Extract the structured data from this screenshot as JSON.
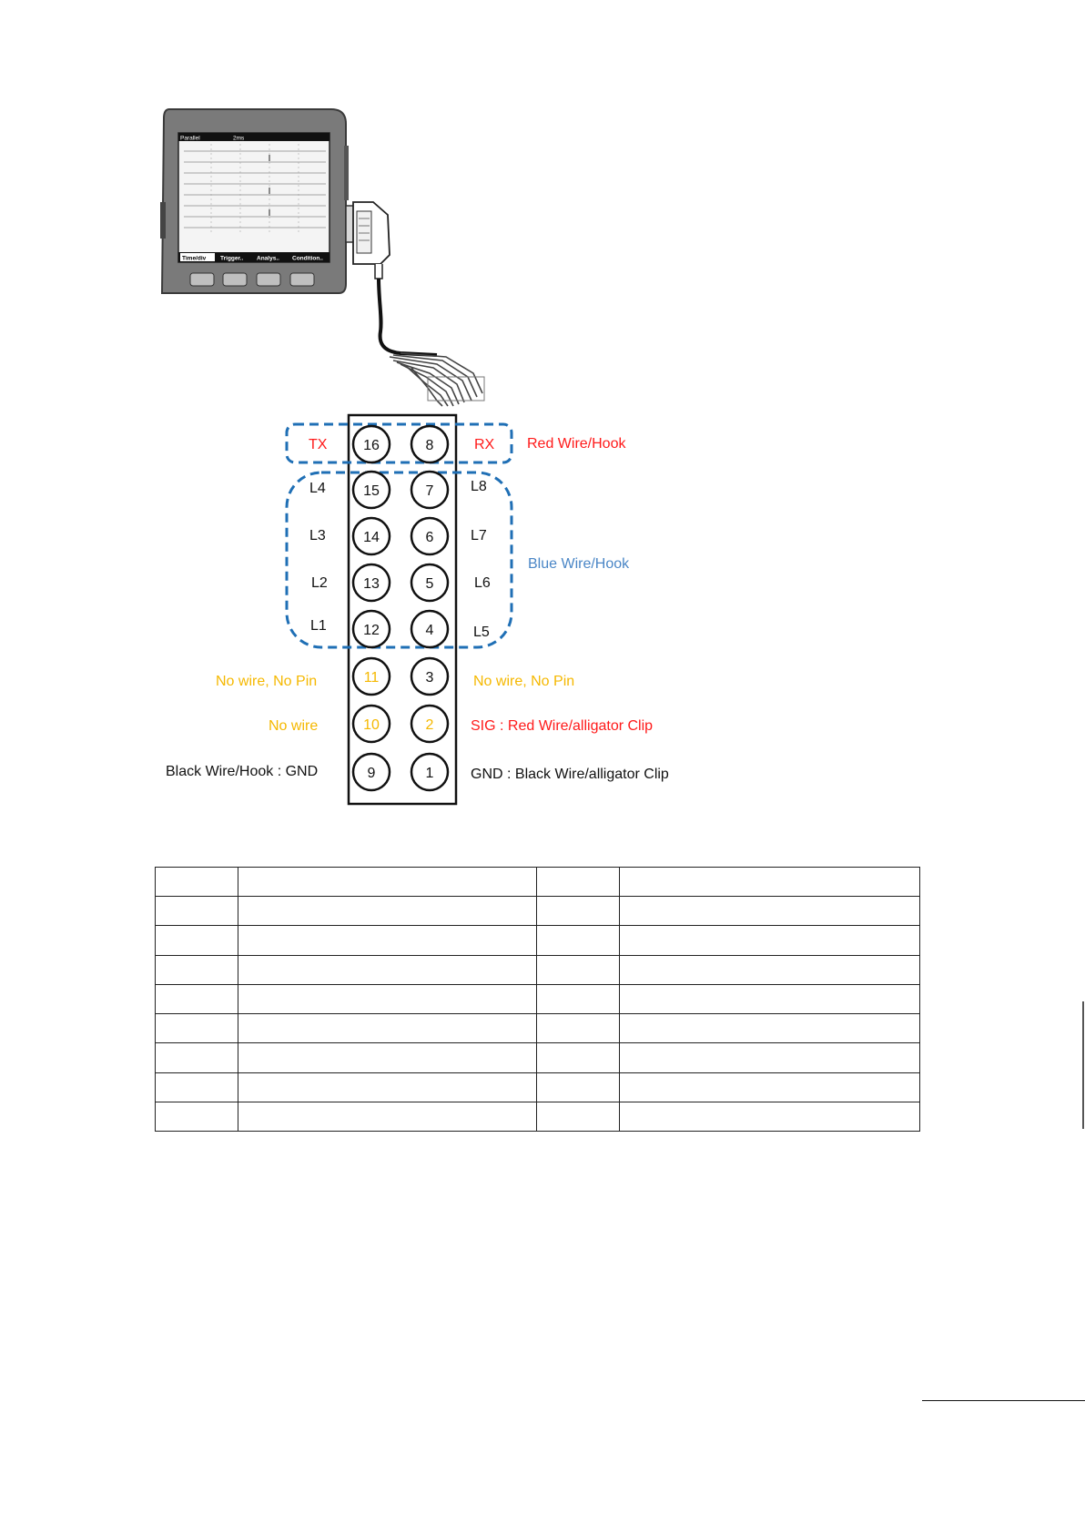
{
  "colors": {
    "signal_red": "#ff1a1a",
    "blue_label": "#4a86c6",
    "dash_blue": "#1f6fb5",
    "unused_amber": "#f5b800",
    "black": "#111111"
  },
  "device": {
    "icon": "logic-analyzer-device-icon",
    "screen_header": [
      "Parallel",
      "2ms"
    ],
    "softkeys": [
      "Time/div",
      "Trigger..",
      "Analys..",
      "Condition.."
    ]
  },
  "connector": {
    "pins": [
      {
        "number": "16",
        "color": "black"
      },
      {
        "number": "8",
        "color": "black"
      },
      {
        "number": "15",
        "color": "black"
      },
      {
        "number": "7",
        "color": "black"
      },
      {
        "number": "14",
        "color": "black"
      },
      {
        "number": "6",
        "color": "black"
      },
      {
        "number": "13",
        "color": "black"
      },
      {
        "number": "5",
        "color": "black"
      },
      {
        "number": "12",
        "color": "black"
      },
      {
        "number": "4",
        "color": "black"
      },
      {
        "number": "11",
        "color": "amber"
      },
      {
        "number": "3",
        "color": "black"
      },
      {
        "number": "10",
        "color": "amber"
      },
      {
        "number": "2",
        "color": "amber"
      },
      {
        "number": "9",
        "color": "black"
      },
      {
        "number": "1",
        "color": "black"
      }
    ],
    "labels": {
      "tx": "TX",
      "rx": "RX",
      "l4": "L4",
      "l3": "L3",
      "l2": "L2",
      "l1": "L1",
      "l8": "L8",
      "l7": "L7",
      "l6": "L6",
      "l5": "L5",
      "red_wire_hook": "Red Wire/Hook",
      "blue_wire_hook": "Blue Wire/Hook",
      "no_wire_no_pin_left": "No wire, No Pin",
      "no_wire_no_pin_right": "No wire, No Pin",
      "no_wire": "No wire",
      "sig": "SIG : Red Wire/alligator Clip",
      "black_hook_gnd": "Black Wire/Hook : GND",
      "gnd_clip": "GND : Black Wire/alligator Clip"
    }
  },
  "table": {
    "rows": [
      [
        "",
        "",
        "",
        ""
      ],
      [
        "",
        "",
        "",
        ""
      ],
      [
        "",
        "",
        "",
        ""
      ],
      [
        "",
        "",
        "",
        ""
      ],
      [
        "",
        "",
        "",
        ""
      ],
      [
        "",
        "",
        "",
        ""
      ],
      [
        "",
        "",
        "",
        ""
      ],
      [
        "",
        "",
        "",
        ""
      ],
      [
        "",
        "",
        "",
        ""
      ]
    ]
  }
}
